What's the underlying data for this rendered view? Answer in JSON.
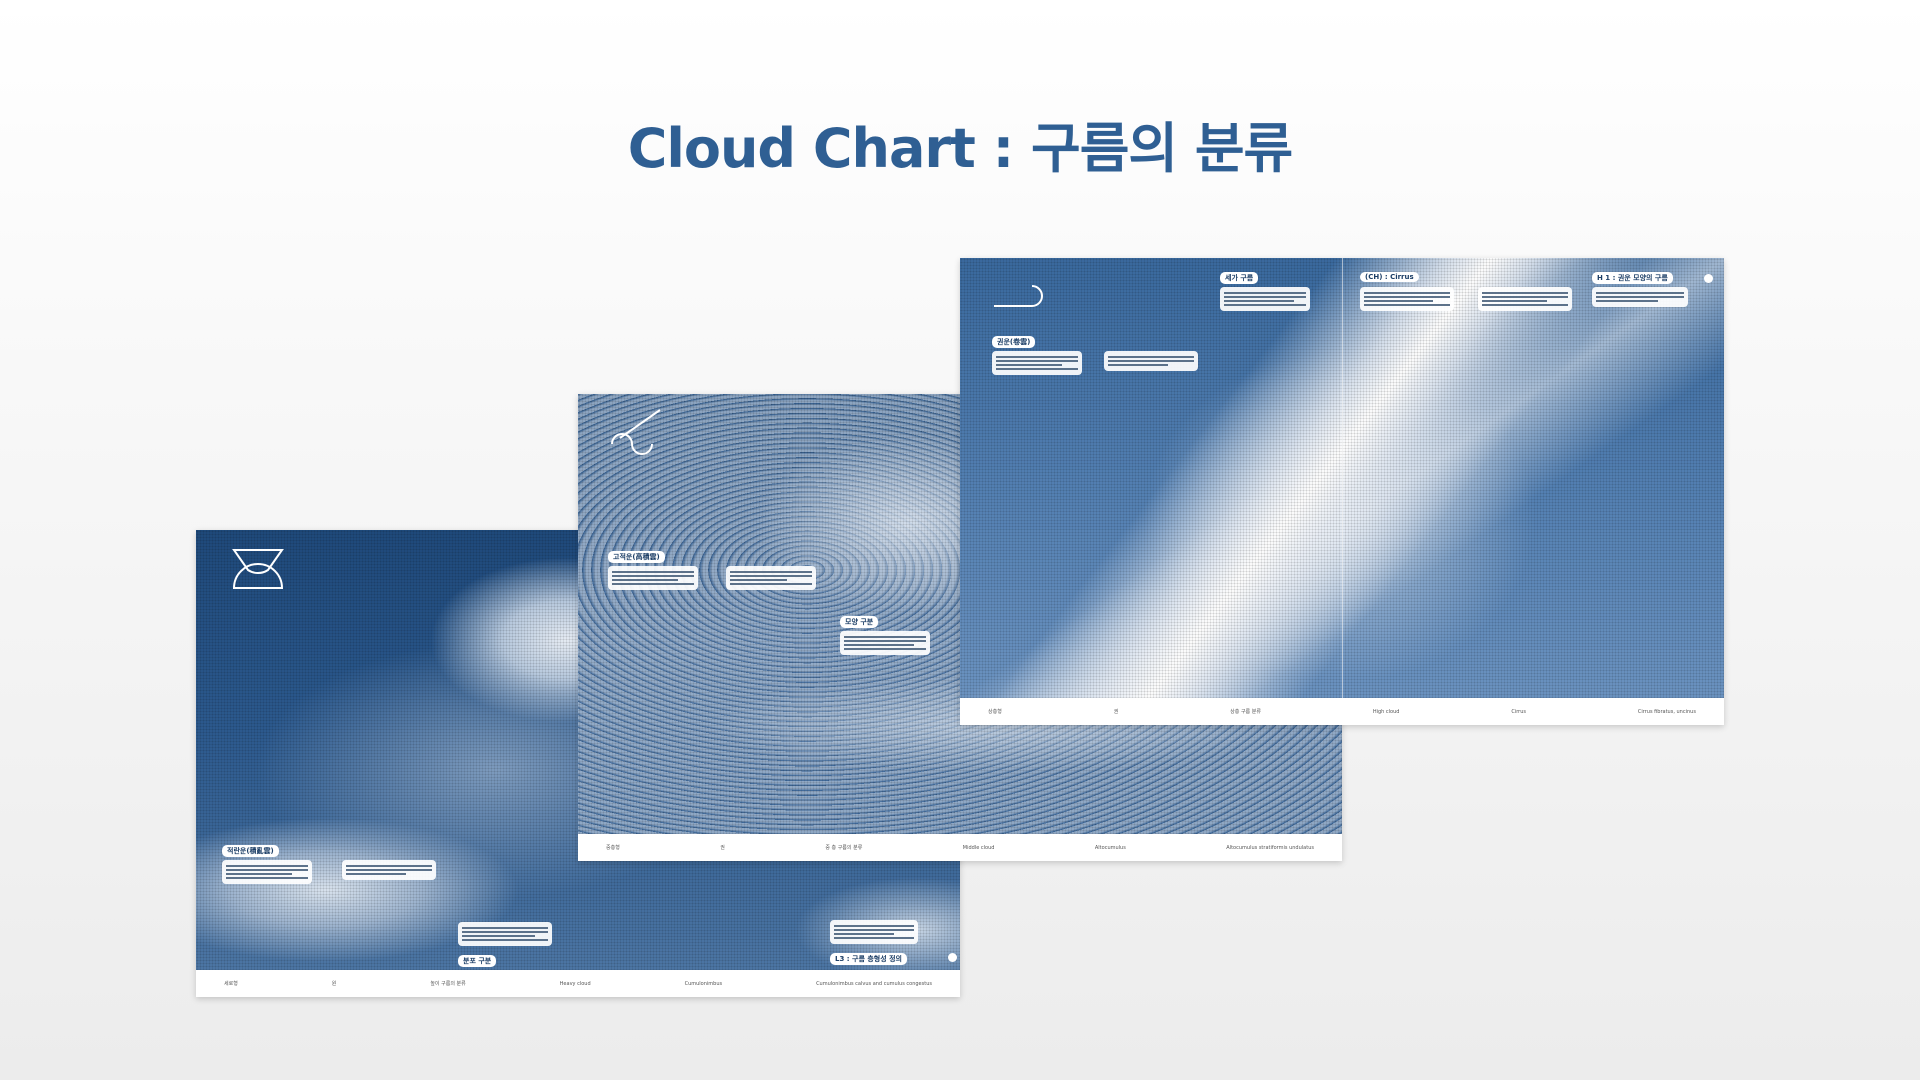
{
  "title": "Cloud Chart : 구름의 분류",
  "colors": {
    "accent": "#2f5f93",
    "photo_tint": "#2c5a8f"
  },
  "spreads": [
    {
      "name": "cumulonimbus-spread",
      "icon": "anvil-cloud-icon",
      "captions": [
        "적란운(積亂雲)",
        "분포 구분",
        "L3 : 구름 층형성 정의"
      ],
      "footer": [
        "세로형",
        "원",
        "높이 구름의 분류",
        "Heavy cloud",
        "Cumulonimbus",
        "Cumulonimbus calvus and cumulus congestus"
      ]
    },
    {
      "name": "altocumulus-spread",
      "icon": "billow-cloud-icon",
      "captions": [
        "고적운(高積雲)",
        "모양 구분"
      ],
      "footer": [
        "중층형",
        "권",
        "중 층 구름의 분류",
        "Middle cloud",
        "Altocumulus",
        "Altocumulus stratiformis undulatus"
      ]
    },
    {
      "name": "cirrus-spread",
      "icon": "wisp-cloud-icon",
      "captions": [
        "권운(卷雲)",
        "세가 구름",
        "(CH) : Cirrus",
        "H 1 : 권운 모양의 구름"
      ],
      "footer": [
        "상층형",
        "권",
        "상층 구름 분류",
        "High cloud",
        "Cirrus",
        "Cirrus fibratus, uncinus"
      ]
    }
  ]
}
